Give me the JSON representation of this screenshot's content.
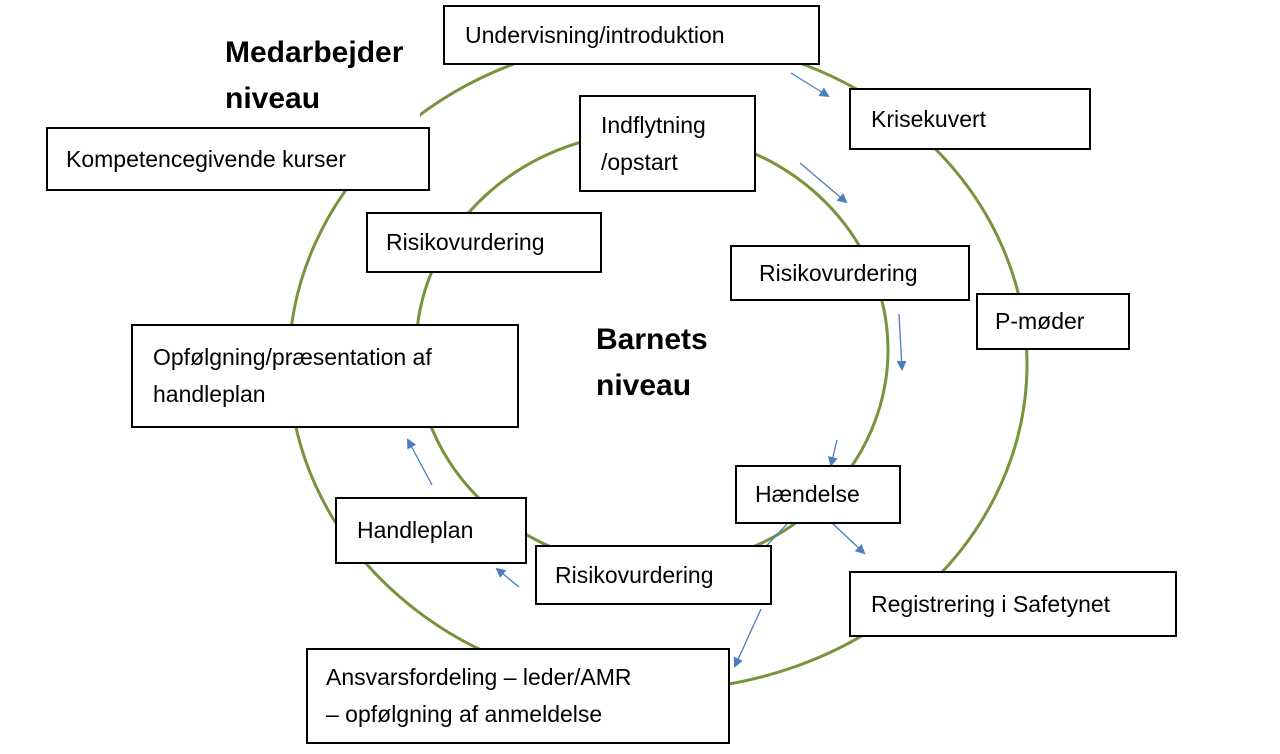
{
  "labels": {
    "employee_level": [
      "Medarbejder",
      "niveau"
    ],
    "child_level": [
      "Barnets",
      "niveau"
    ]
  },
  "boxes": {
    "undervisning": "Undervisning/introduktion",
    "krisekuvert": "Krisekuvert",
    "kompetence": "Kompetencegivende kurser",
    "indflytning": [
      "Indflytning",
      "/opstart"
    ],
    "risiko_left": "Risikovurdering",
    "risiko_right": "Risikovurdering",
    "p_moder": "P-møder",
    "opfolgning": [
      "Opfølgning/præsentation af",
      "handleplan"
    ],
    "haendelse": "Hændelse",
    "handleplan": "Handleplan",
    "risiko_bottom": "Risikovurdering",
    "registrering": "Registrering i Safetynet",
    "ansvar": [
      "Ansvarsfordeling – leder/AMR",
      "– opfølgning af anmeldelse"
    ]
  },
  "colors": {
    "circle": "#77933c",
    "arrow": "#4a7ebb"
  }
}
